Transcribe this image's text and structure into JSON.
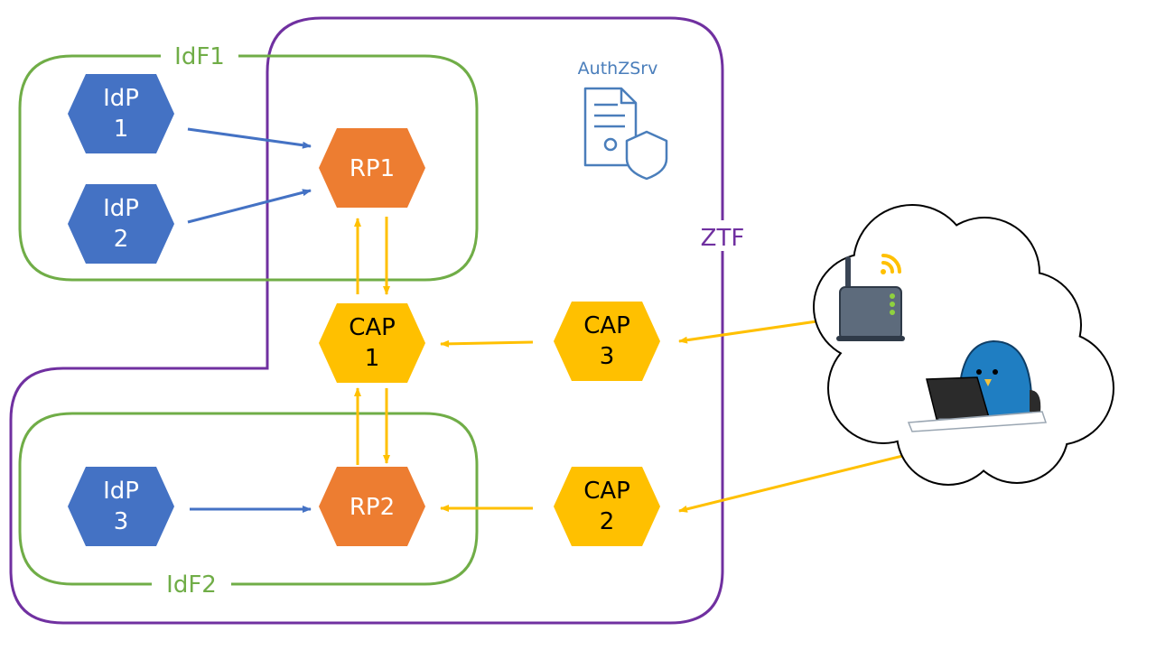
{
  "labels": {
    "idf1": "IdF1",
    "idf2": "IdF2",
    "ztf": "ZTF",
    "authzsrv": "AuthZSrv"
  },
  "nodes": {
    "idp1": [
      "IdP",
      "1"
    ],
    "idp2": [
      "IdP",
      "2"
    ],
    "idp3": [
      "IdP",
      "3"
    ],
    "rp1": [
      "RP1"
    ],
    "rp2": [
      "RP2"
    ],
    "cap1": [
      "CAP",
      "1"
    ],
    "cap2": [
      "CAP",
      "2"
    ],
    "cap3": [
      "CAP",
      "3"
    ]
  },
  "colors": {
    "idp": "#4472c4",
    "rp": "#ed7d31",
    "cap": "#ffc000",
    "idf_border": "#70ad47",
    "ztf_border": "#7030a0",
    "blue_arrow": "#4472c4",
    "yellow_arrow": "#ffc000",
    "authzsrv": "#4a7ebb"
  },
  "icons": {
    "server": "server-shield-icon",
    "router": "wifi-router-icon",
    "user": "penguin-laptop-icon",
    "cloud": "cloud-icon"
  }
}
